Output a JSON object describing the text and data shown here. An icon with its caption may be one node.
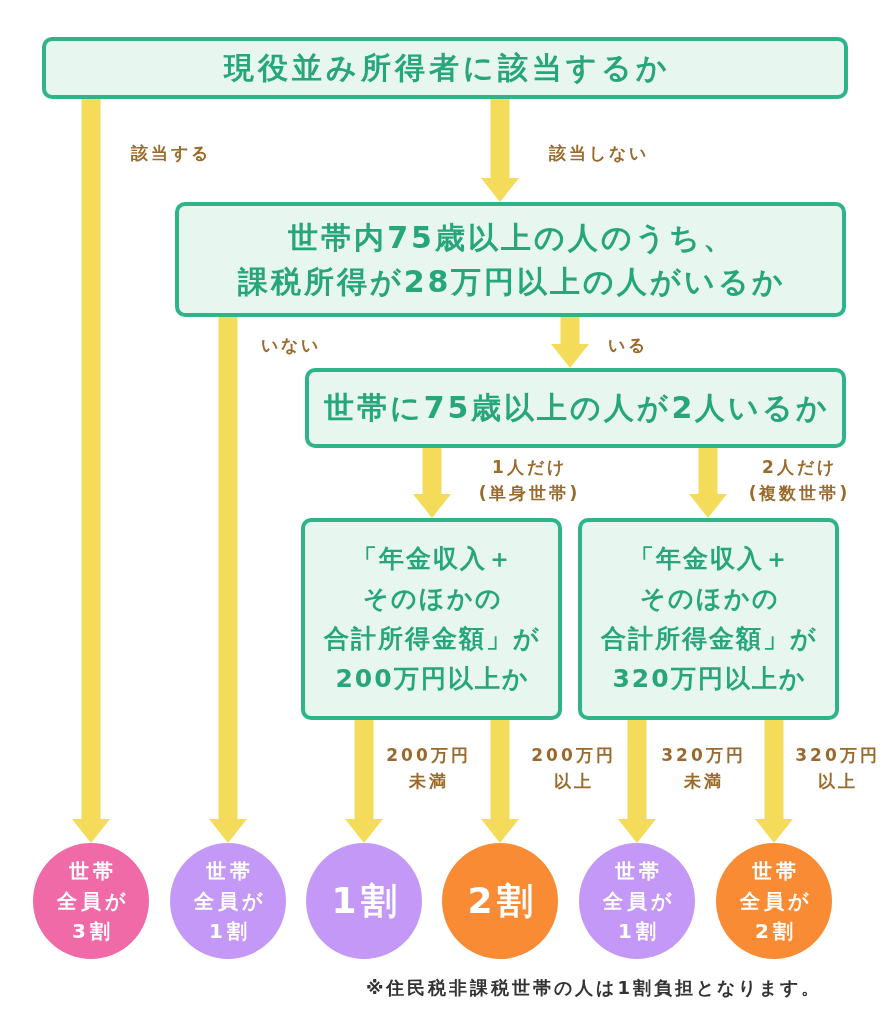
{
  "diagram": {
    "nodes": [
      {
        "text": [
          "現役並み所得者に該当するか"
        ]
      },
      {
        "text": [
          "世帯内75歳以上の人のうち、課税所得が28万円以上の人がいるか"
        ]
      },
      {
        "text": [
          "世帯に75歳以上の人が2人いるか"
        ]
      },
      {
        "text": [
          "「年金収入＋そのほかの合計所得金額」が200万円以上か"
        ]
      },
      {
        "text": [
          "「年金収入＋そのほかの合計所得金額」が320万円以上か"
        ]
      },
      {
        "text": [
          "世帯全員が3割"
        ]
      },
      {
        "text": [
          "世帯全員が1割"
        ]
      },
      {
        "text": [
          "1割"
        ]
      },
      {
        "text": [
          "2割"
        ]
      },
      {
        "text": [
          "世帯全員が1割"
        ]
      },
      {
        "text": [
          "世帯全員が2割"
        ]
      }
    ],
    "edges": [
      {
        "from": 0,
        "to": 5,
        "arrow": "to",
        "label": "該当する"
      },
      {
        "from": 0,
        "to": 1,
        "arrow": "to",
        "label": "該当しない"
      },
      {
        "from": 1,
        "to": 6,
        "arrow": "to",
        "label": "いない"
      },
      {
        "from": 1,
        "to": 2,
        "arrow": "to",
        "label": "いる"
      },
      {
        "from": 2,
        "to": 3,
        "arrow": "to",
        "label": "1人だけ(単身世帯)"
      },
      {
        "from": 2,
        "to": 4,
        "arrow": "to",
        "label": "2人だけ(複数世帯)"
      },
      {
        "from": 3,
        "to": 7,
        "arrow": "to",
        "label": "200万円未満"
      },
      {
        "from": 3,
        "to": 8,
        "arrow": "to",
        "label": "200万円以上"
      },
      {
        "from": 4,
        "to": 9,
        "arrow": "to",
        "label": "320万円未満"
      },
      {
        "from": 4,
        "to": 10,
        "arrow": "to",
        "label": "320万円以上"
      }
    ],
    "labels": [
      "※住民税非課税世帯の人は1割負担となります。"
    ]
  }
}
